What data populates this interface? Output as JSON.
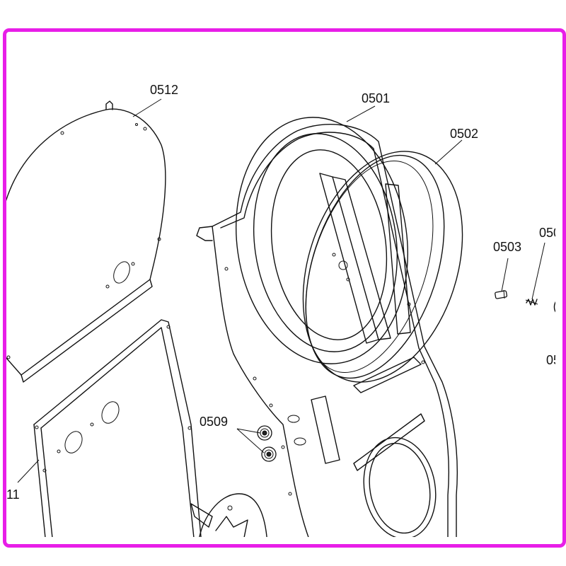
{
  "frame": {
    "border_color": "#e81ee8"
  },
  "labels": {
    "p0512": "0512",
    "p0501": "0501",
    "p0502": "0502",
    "p0503": "0503",
    "p050x": "050",
    "p05x": "05",
    "p0509": "0509",
    "p11": "11"
  }
}
